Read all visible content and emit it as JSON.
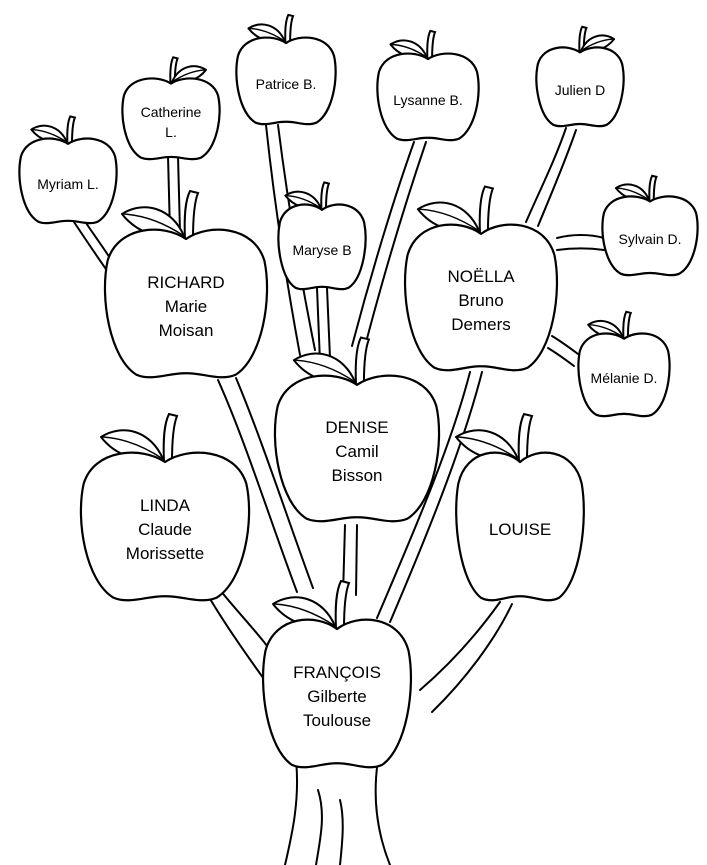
{
  "apples": [
    {
      "id": "francois",
      "lines": [
        "FRANÇOIS",
        "Gilberte",
        "Toulouse"
      ]
    },
    {
      "id": "linda",
      "lines": [
        "LINDA",
        "Claude",
        "Morissette"
      ]
    },
    {
      "id": "denise",
      "lines": [
        "DENISE",
        "Camil",
        "Bisson"
      ]
    },
    {
      "id": "louise",
      "lines": [
        "LOUISE"
      ]
    },
    {
      "id": "richard",
      "lines": [
        "RICHARD",
        "Marie",
        "Moisan"
      ]
    },
    {
      "id": "noella",
      "lines": [
        "NOËLLA",
        "Bruno",
        "Demers"
      ]
    },
    {
      "id": "myriam",
      "lines": [
        "Myriam L."
      ]
    },
    {
      "id": "catherine",
      "lines": [
        "Catherine",
        "L."
      ]
    },
    {
      "id": "patrice",
      "lines": [
        "Patrice B."
      ]
    },
    {
      "id": "lysanne",
      "lines": [
        "Lysanne B."
      ]
    },
    {
      "id": "julien",
      "lines": [
        "Julien D"
      ]
    },
    {
      "id": "maryse",
      "lines": [
        "Maryse B"
      ]
    },
    {
      "id": "sylvain",
      "lines": [
        "Sylvain D."
      ]
    },
    {
      "id": "melanie",
      "lines": [
        "Mélanie D."
      ]
    }
  ]
}
